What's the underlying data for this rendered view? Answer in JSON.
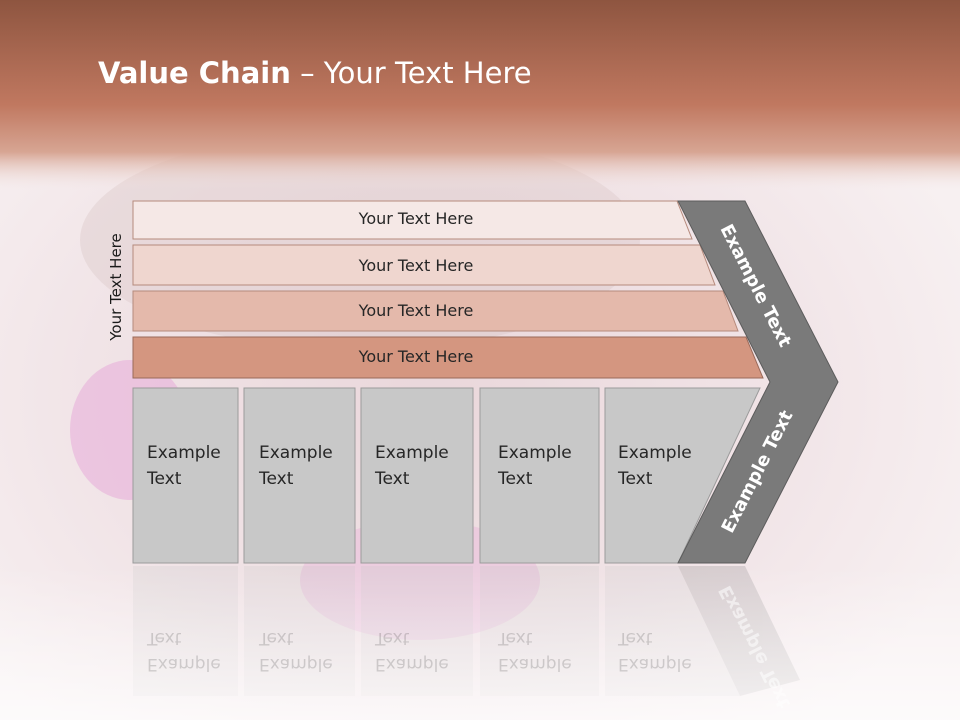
{
  "slide": {
    "title_bold": "Value Chain",
    "title_rest": "– Your Text Here",
    "side_label": "Your Text Here"
  },
  "bars": [
    {
      "label": "Your Text Here",
      "fill": "#f5e8e6"
    },
    {
      "label": "Your Text Here",
      "fill": "#efd6cf"
    },
    {
      "label": "Your Text Here",
      "fill": "#e4b9ab"
    },
    {
      "label": "Your Text Here",
      "fill": "#d49680"
    }
  ],
  "cards": [
    {
      "line1": "Example",
      "line2": "Text"
    },
    {
      "line1": "Example",
      "line2": "Text"
    },
    {
      "line1": "Example",
      "line2": "Text"
    },
    {
      "line1": "Example",
      "line2": "Text"
    },
    {
      "line1": "Example",
      "line2": "Text"
    }
  ],
  "chevron": {
    "upper_label": "Example Text",
    "lower_label": "Example Text",
    "fill": "#7a7a7a"
  },
  "colors": {
    "header": "#b8735a",
    "card_fill": "#c8c8c8"
  }
}
